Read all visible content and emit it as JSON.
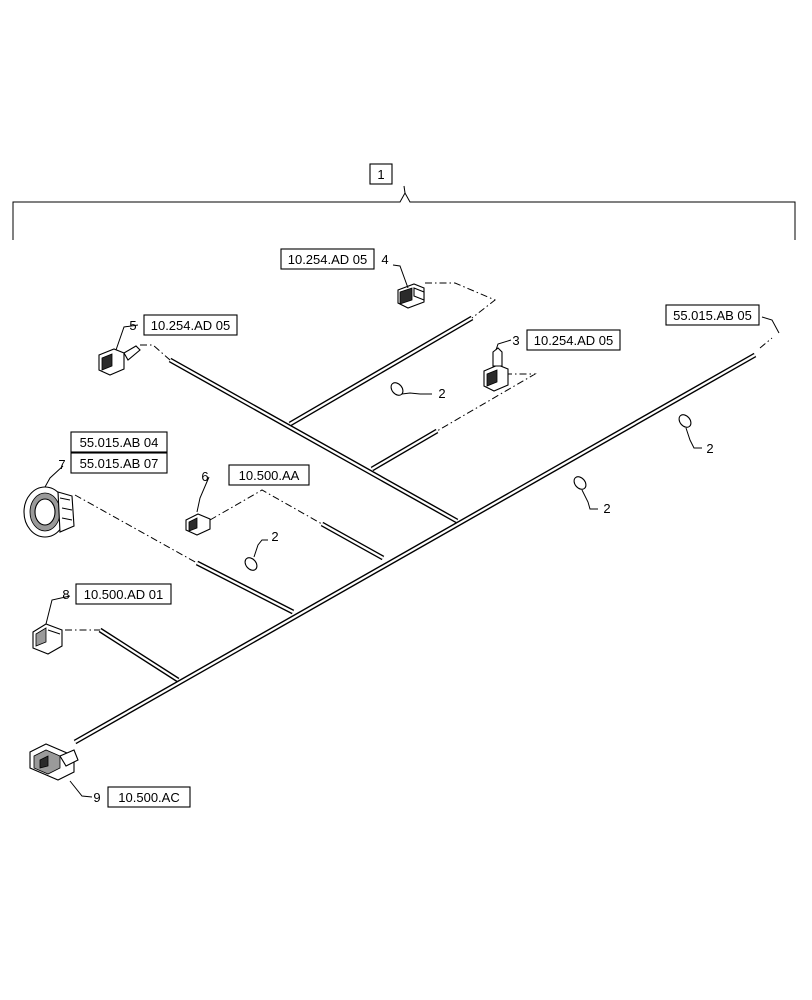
{
  "diagram": {
    "assembly_item": "1",
    "callouts": [
      {
        "item": "4",
        "refs": [
          "10.254.AD 05"
        ]
      },
      {
        "item": "5",
        "refs": [
          "10.254.AD 05"
        ]
      },
      {
        "item": "3",
        "refs": [
          "10.254.AD 05"
        ]
      },
      {
        "item": "7",
        "refs": [
          "55.015.AB 04",
          "55.015.AB 07"
        ]
      },
      {
        "item": "6",
        "refs": [
          "10.500.AA"
        ]
      },
      {
        "item": "8",
        "refs": [
          "10.500.AD 01"
        ]
      },
      {
        "item": "9",
        "refs": [
          "10.500.AC"
        ]
      }
    ],
    "end_ref": "55.015.AB 05",
    "tie_strap_item": "2"
  }
}
